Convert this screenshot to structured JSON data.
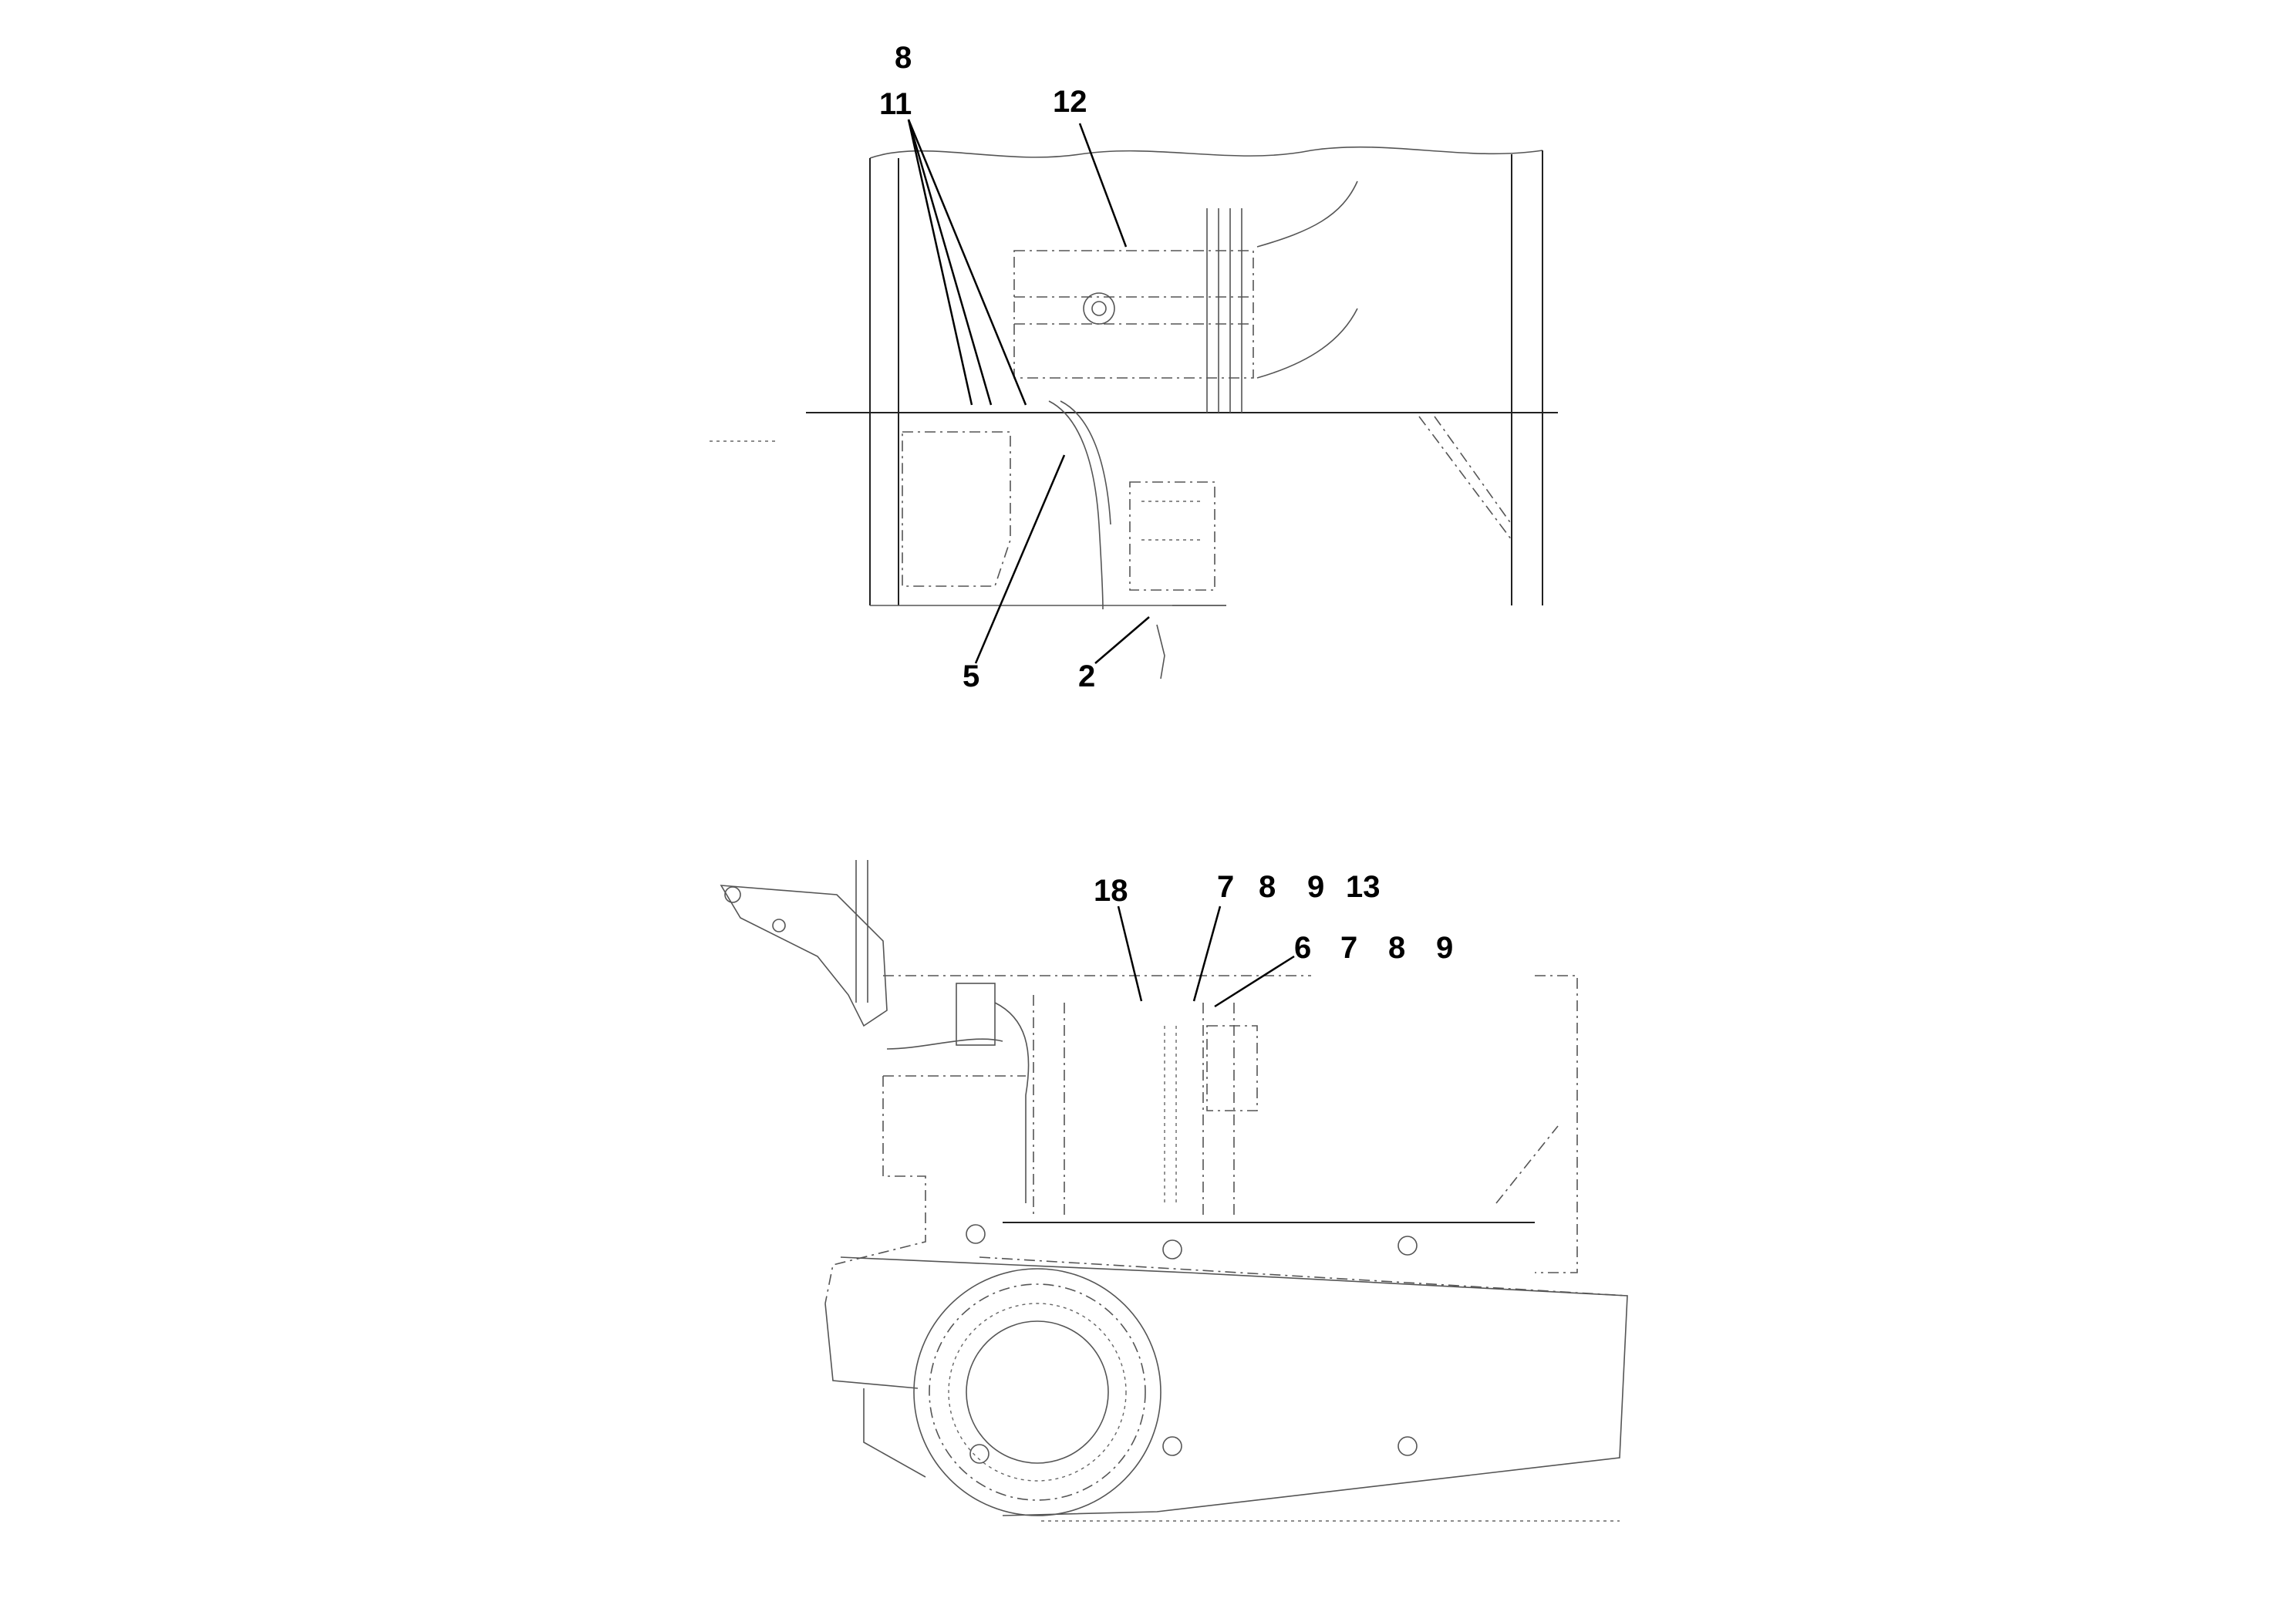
{
  "top_view": {
    "callouts": {
      "c8": "8",
      "c11": "11",
      "c12": "12",
      "c5": "5",
      "c2": "2"
    }
  },
  "side_view": {
    "callouts": {
      "c18": "18",
      "c7a": "7",
      "c8a": "8",
      "c9a": "9",
      "c13": "13",
      "c6": "6",
      "c7b": "7",
      "c8b": "8",
      "c9b": "9"
    }
  },
  "colors": {
    "background": "#ffffff",
    "label": "#000000",
    "linework": "#555555"
  }
}
